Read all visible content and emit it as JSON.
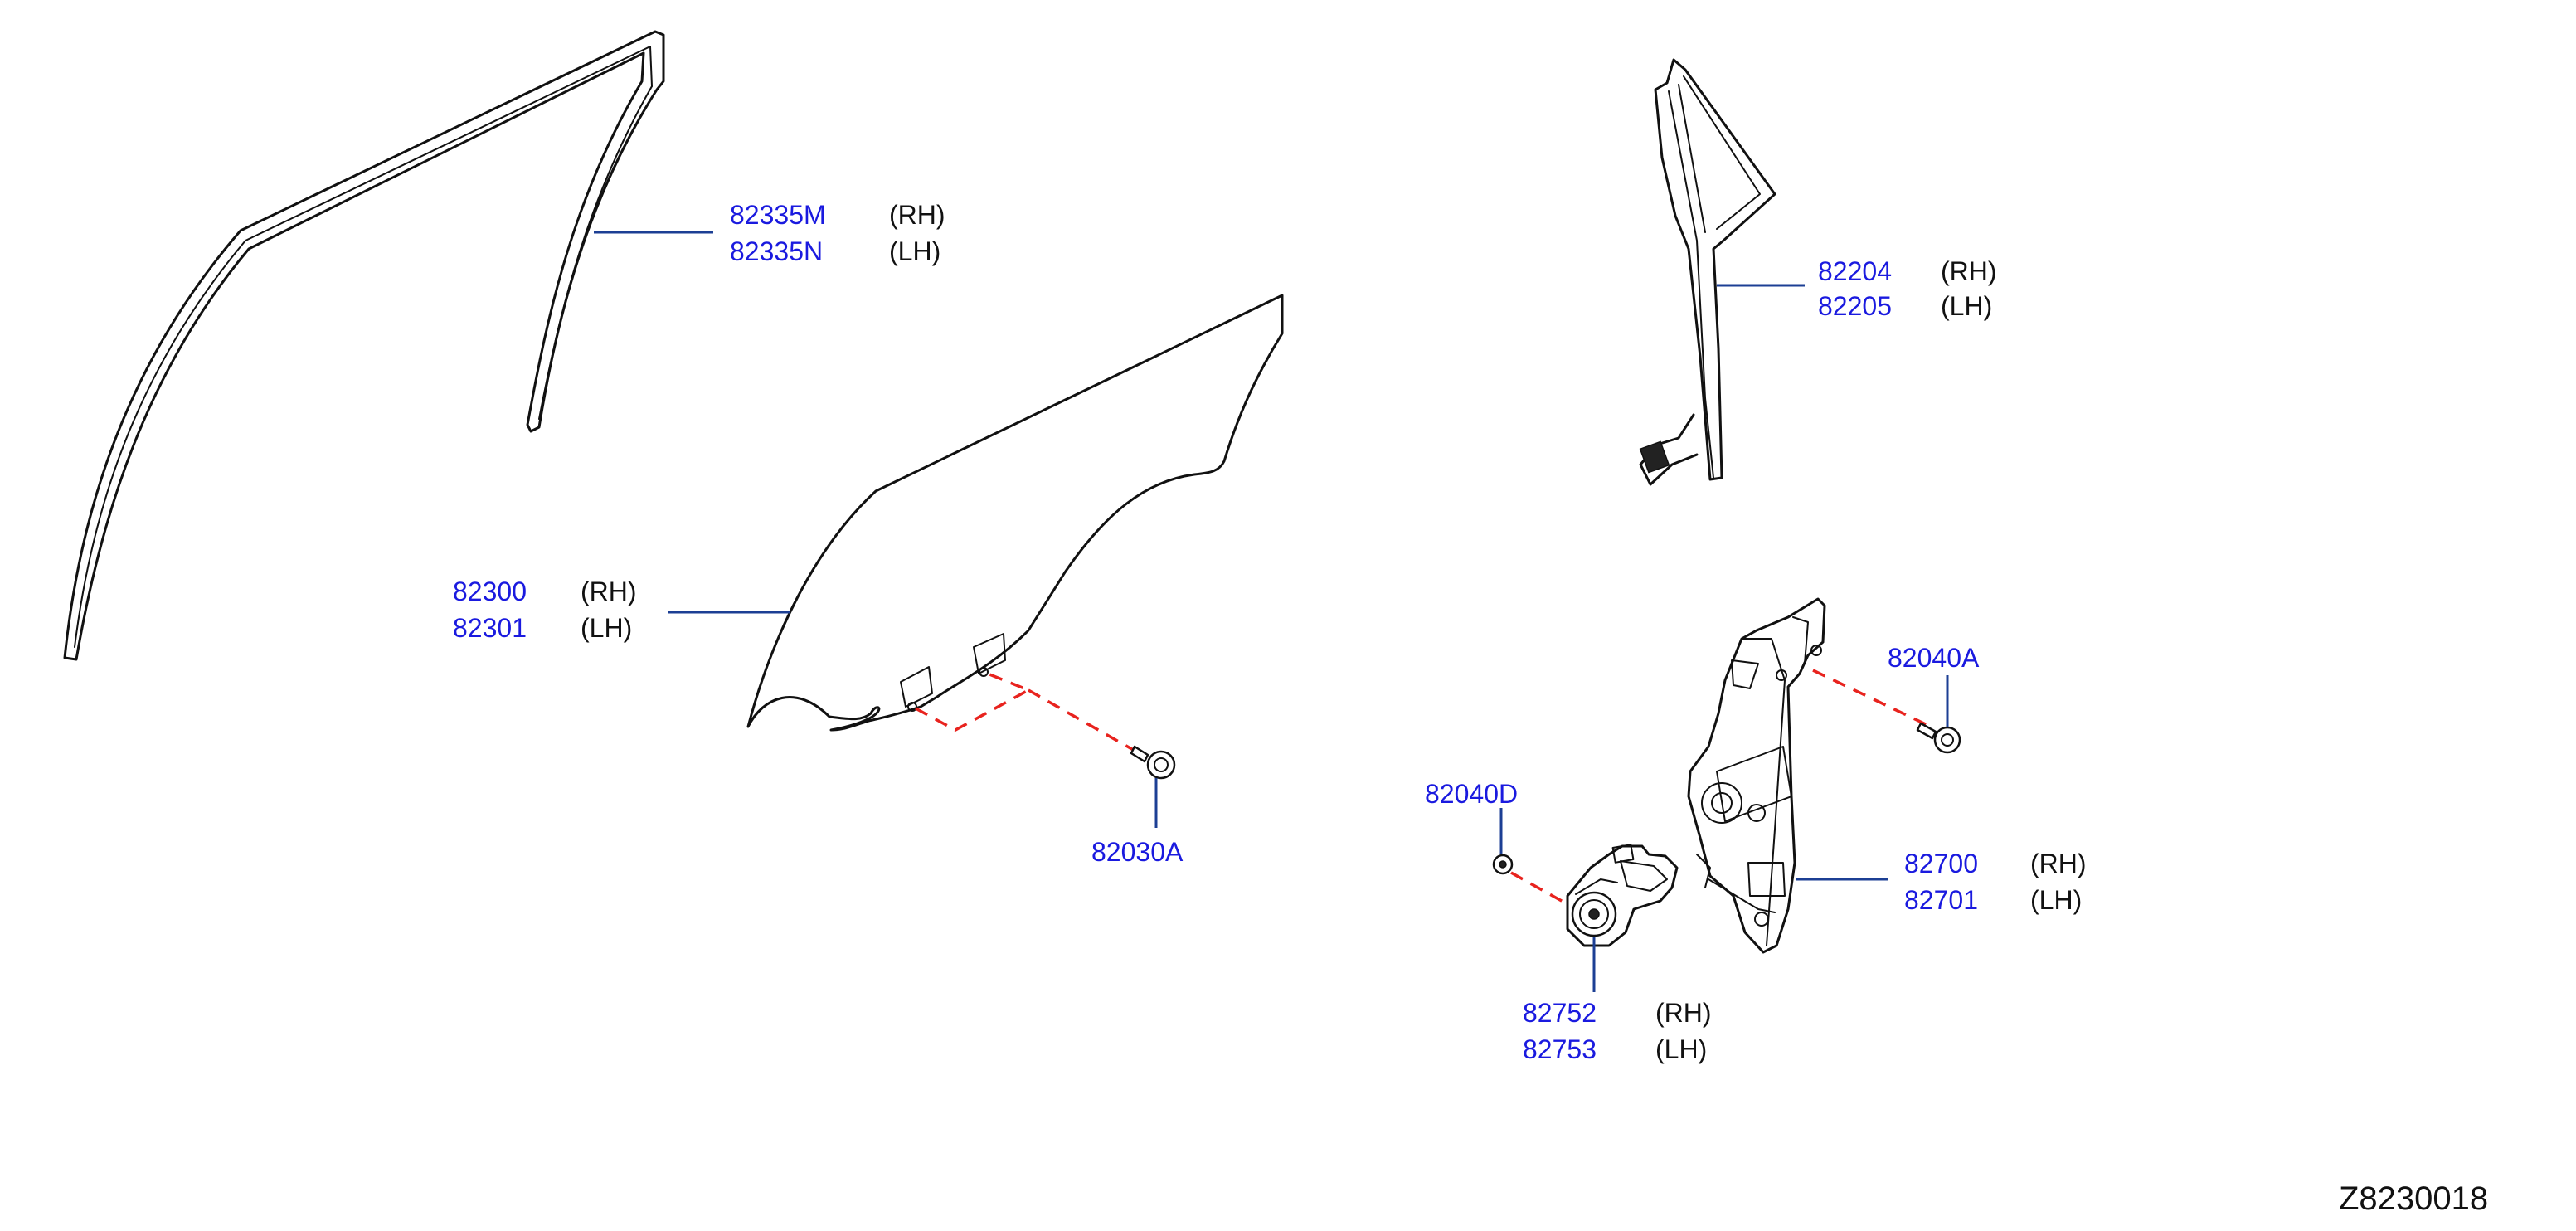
{
  "callouts": {
    "sash": {
      "part_rh": "82335M",
      "side_rh": "(RH)",
      "part_lh": "82335N",
      "side_lh": "(LH)"
    },
    "glass_run": {
      "part_rh": "82204",
      "side_rh": "(RH)",
      "part_lh": "82205",
      "side_lh": "(LH)"
    },
    "door_glass": {
      "part_rh": "82300",
      "side_rh": "(RH)",
      "part_lh": "82301",
      "side_lh": "(LH)"
    },
    "glass_bolt": {
      "part": "82030A"
    },
    "regulator_bolt": {
      "part": "82040A"
    },
    "motor_bolt": {
      "part": "82040D"
    },
    "regulator": {
      "part_rh": "82700",
      "side_rh": "(RH)",
      "part_lh": "82701",
      "side_lh": "(LH)"
    },
    "motor": {
      "part_rh": "82752",
      "side_rh": "(RH)",
      "part_lh": "82753",
      "side_lh": "(LH)"
    }
  },
  "diagram_ref": "Z8230018",
  "colors": {
    "part_number": "#1a1adf",
    "leader_line": "#1c3f94",
    "fastener_dash": "#e8231e",
    "outline": "#111111"
  }
}
